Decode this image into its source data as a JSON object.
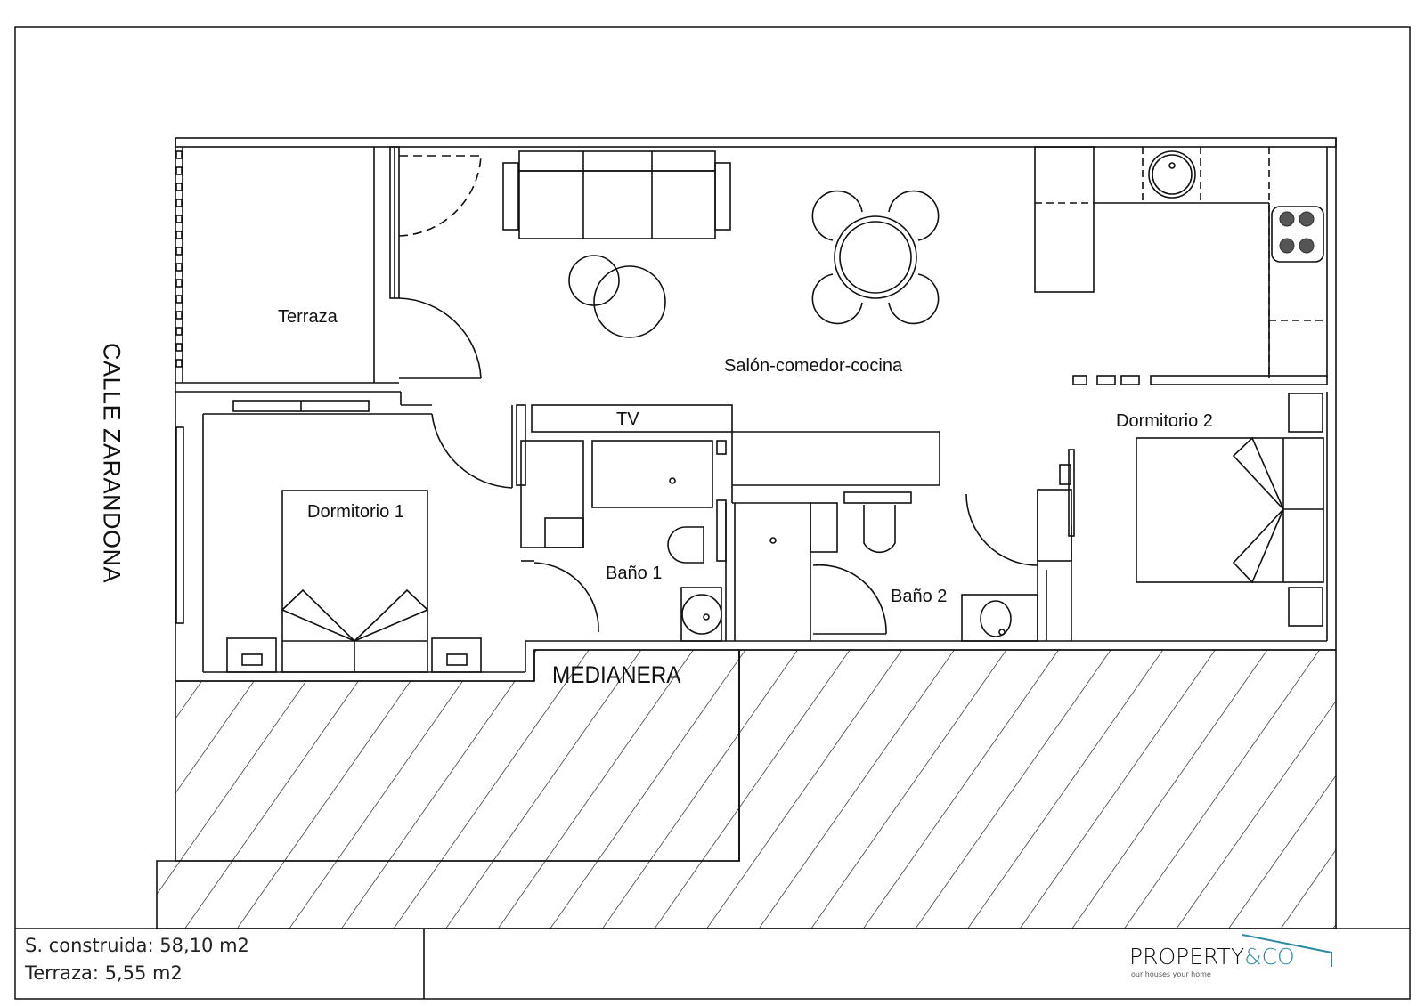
{
  "plan": {
    "street_label": "CALLE ZARANDONA",
    "party_wall_label": "MEDIANERA",
    "rooms": [
      {
        "name": "Terraza"
      },
      {
        "name": "Salón-comedor-cocina"
      },
      {
        "name": "Dormitorio 1"
      },
      {
        "name": "Dormitorio 2"
      },
      {
        "name": "Baño 1"
      },
      {
        "name": "Baño 2"
      },
      {
        "name": "TV"
      }
    ]
  },
  "footer": {
    "built_area": "S. construida: 58,10 m2",
    "terrace_area": "Terraza: 5,55 m2"
  },
  "logo": {
    "brand_main": "PROPERTY",
    "brand_accent": "&CO",
    "tagline": "our houses your home",
    "accent_color": "#2c8aa3"
  }
}
